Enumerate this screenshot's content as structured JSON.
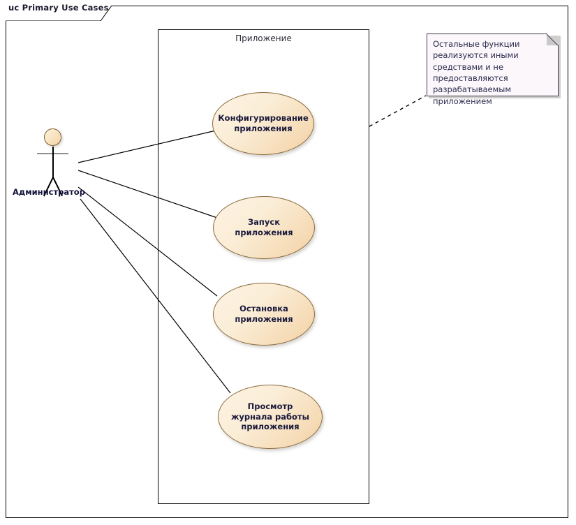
{
  "diagram": {
    "frame_label": "uc Primary Use Cases",
    "boundary_title": "Приложение",
    "actor": {
      "name": "Администратор",
      "icon": "stick-figure-actor-icon"
    },
    "use_cases": [
      {
        "id": "configure",
        "label": "Конфигурирование приложения"
      },
      {
        "id": "start",
        "label": "Запуск приложения"
      },
      {
        "id": "stop",
        "label": "Остановка приложения"
      },
      {
        "id": "view-log",
        "label": "Просмотр журнала работы приложения"
      }
    ],
    "note": {
      "text": "Остальные функции реализуются иными средствами и не предоставляются разрабатываемым приложением"
    },
    "colors": {
      "usecase_fill_light": "#fdf3e3",
      "usecase_fill_dark": "#f0cfa2",
      "usecase_stroke": "#8a6a3a",
      "note_fill": "#fbf7fa",
      "note_stroke": "#3a3a4a",
      "text": "#1a1a3c",
      "line": "#000000"
    }
  }
}
